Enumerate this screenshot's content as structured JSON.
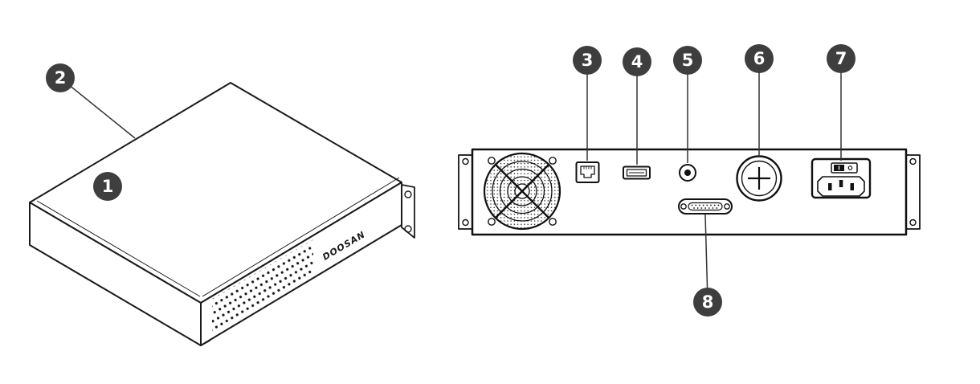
{
  "figure": {
    "brand_label": "DOOSAN",
    "callouts": [
      {
        "number": "1",
        "target": "controller-top-cover"
      },
      {
        "number": "2",
        "target": "controller-chassis"
      },
      {
        "number": "3",
        "target": "ethernet-port"
      },
      {
        "number": "4",
        "target": "usb-port"
      },
      {
        "number": "5",
        "target": "round-button"
      },
      {
        "number": "6",
        "target": "circular-connector"
      },
      {
        "number": "7",
        "target": "power-inlet-module"
      },
      {
        "number": "8",
        "target": "dsub-connector"
      }
    ]
  },
  "colors": {
    "background": "#ffffff",
    "line": "#1a1a1a",
    "badge_fill": "#3e3e3e",
    "badge_text": "#ffffff"
  }
}
